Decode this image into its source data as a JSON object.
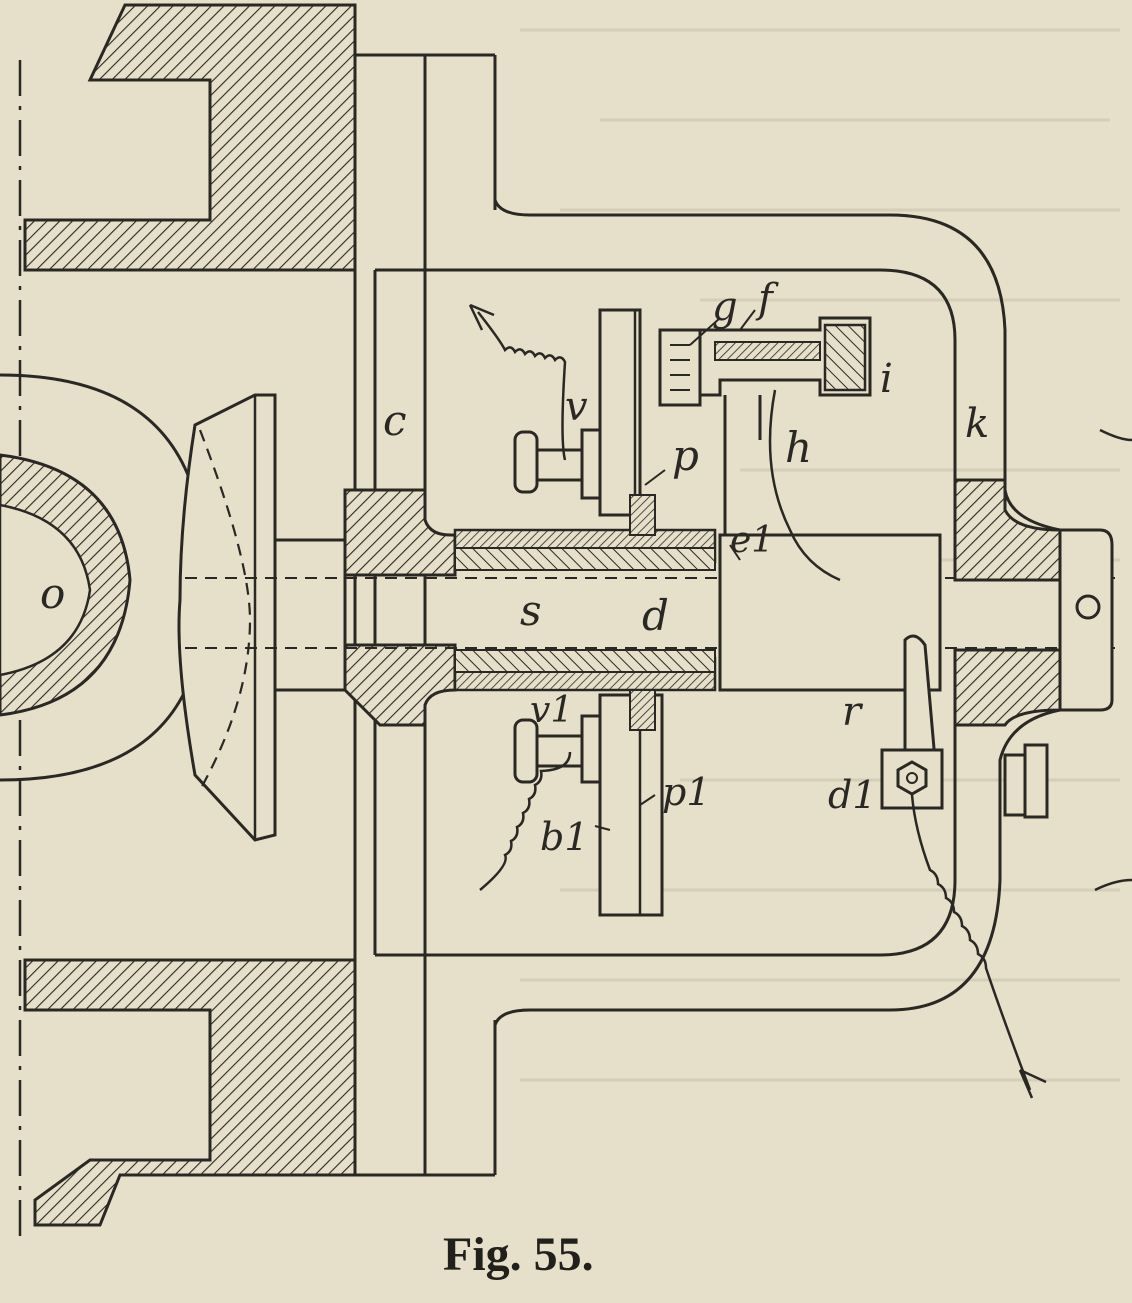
{
  "figure": {
    "caption": "Fig. 55.",
    "colors": {
      "paper": "#e6dfc9",
      "ink": "#2a2824",
      "ghost_text": "#b9b29e"
    },
    "labels": {
      "c": "c",
      "g": "g",
      "f": "f",
      "v": "v",
      "p": "p",
      "i": "i",
      "k": "k",
      "h": "h",
      "e1": "e1",
      "o": "o",
      "s": "s",
      "d": "d",
      "v1": "v1",
      "p1": "p1",
      "b1": "b1",
      "r": "r",
      "d1": "d1"
    },
    "icons": [
      "arrow-up-left-icon",
      "arrow-up-left-icon",
      "nut-icon",
      "set-screw-icon"
    ]
  }
}
